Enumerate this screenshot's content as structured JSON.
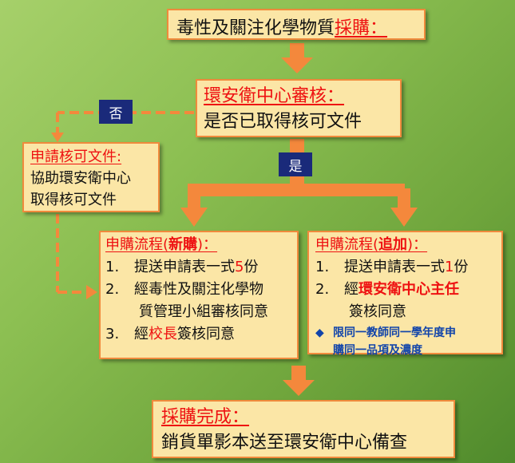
{
  "top_box": {
    "text_black": "毒性及關注化學物質",
    "text_red": "採購："
  },
  "review_box": {
    "title": "環安衛中心審核：",
    "question": "是否已取得核可文件"
  },
  "no_label": "否",
  "yes_label": "是",
  "apply_box": {
    "title": "申請核可文件:",
    "lines": [
      "協助環安衛中心",
      "取得核可文件"
    ]
  },
  "new_box": {
    "title_a": "申購流程(",
    "title_b": "新購",
    "title_c": ")：",
    "items": [
      {
        "num": "1.",
        "a": "提送申請表一式",
        "b": "5",
        "c": "份"
      },
      {
        "num": "2.",
        "a": "經毒性及關注化學物",
        "cont": "質管理小組審核同意"
      },
      {
        "num": "3.",
        "a": "經",
        "b": "校長",
        "c": "簽核同意"
      }
    ]
  },
  "add_box": {
    "title_a": "申購流程(",
    "title_b": "追加",
    "title_c": ")：",
    "items": [
      {
        "num": "1.",
        "a": "提送申請表一式",
        "b": "1",
        "c": "份"
      },
      {
        "num": "2.",
        "a": "經",
        "b": "環安衛中心主任",
        "cont": "簽核同意"
      }
    ],
    "note_symbol": "◆",
    "note_line1": "限同一教師同一學年度申",
    "note_line2": "購同一品項及濃度"
  },
  "done_box": {
    "title": "採購完成：",
    "text": "銷貨單影本送至環安衛中心備查"
  },
  "colors": {
    "arrow": "#f4883c",
    "box_bg": "#fbe6a6",
    "badge": "#1a2a7a",
    "red": "#ee1111"
  }
}
